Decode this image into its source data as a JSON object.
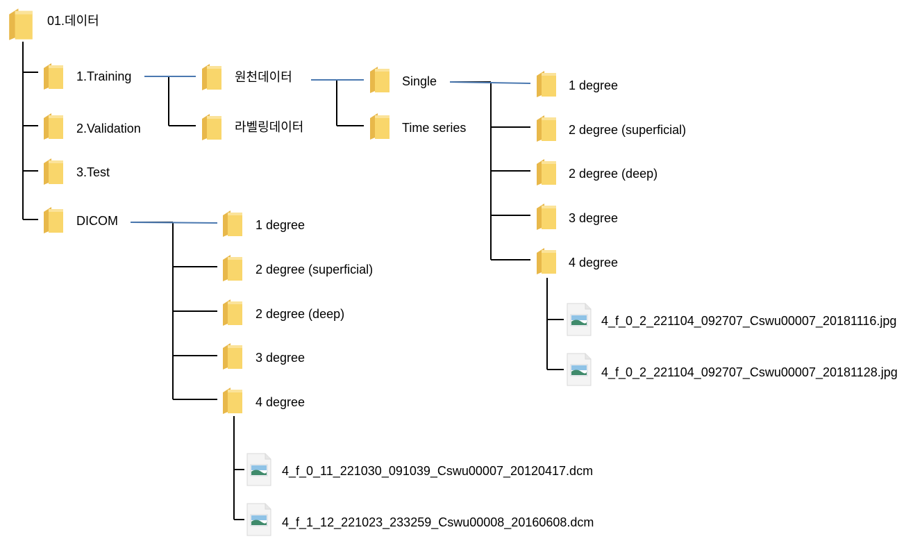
{
  "tree": {
    "root": "01.데이터",
    "training": "1.Training",
    "validation": "2.Validation",
    "test": "3.Test",
    "dicom": "DICOM",
    "raw": "원천데이터",
    "labeling": "라벨링데이터",
    "single": "Single",
    "time_series": "Time series",
    "single_children": [
      "1 degree",
      "2 degree (superficial)",
      "2 degree (deep)",
      "3 degree",
      "4 degree"
    ],
    "single_files": [
      "4_f_0_2_221104_092707_Cswu00007_20181116.jpg",
      "4_f_0_2_221104_092707_Cswu00007_20181128.jpg"
    ],
    "dicom_children": [
      "1 degree",
      "2 degree (superficial)",
      "2 degree (deep)",
      "3 degree",
      "4 degree"
    ],
    "dicom_files": [
      "4_f_0_11_221030_091039_Cswu00007_20120417.dcm",
      "4_f_1_12_221023_233259_Cswu00008_20160608.dcm"
    ]
  },
  "icons": {
    "folder": "folder-icon",
    "image_file": "image-file-icon"
  },
  "colors": {
    "connector": "#000000",
    "link": "#4a78b0",
    "folder_fill": "#f9d66b",
    "folder_back": "#e8b84a"
  }
}
